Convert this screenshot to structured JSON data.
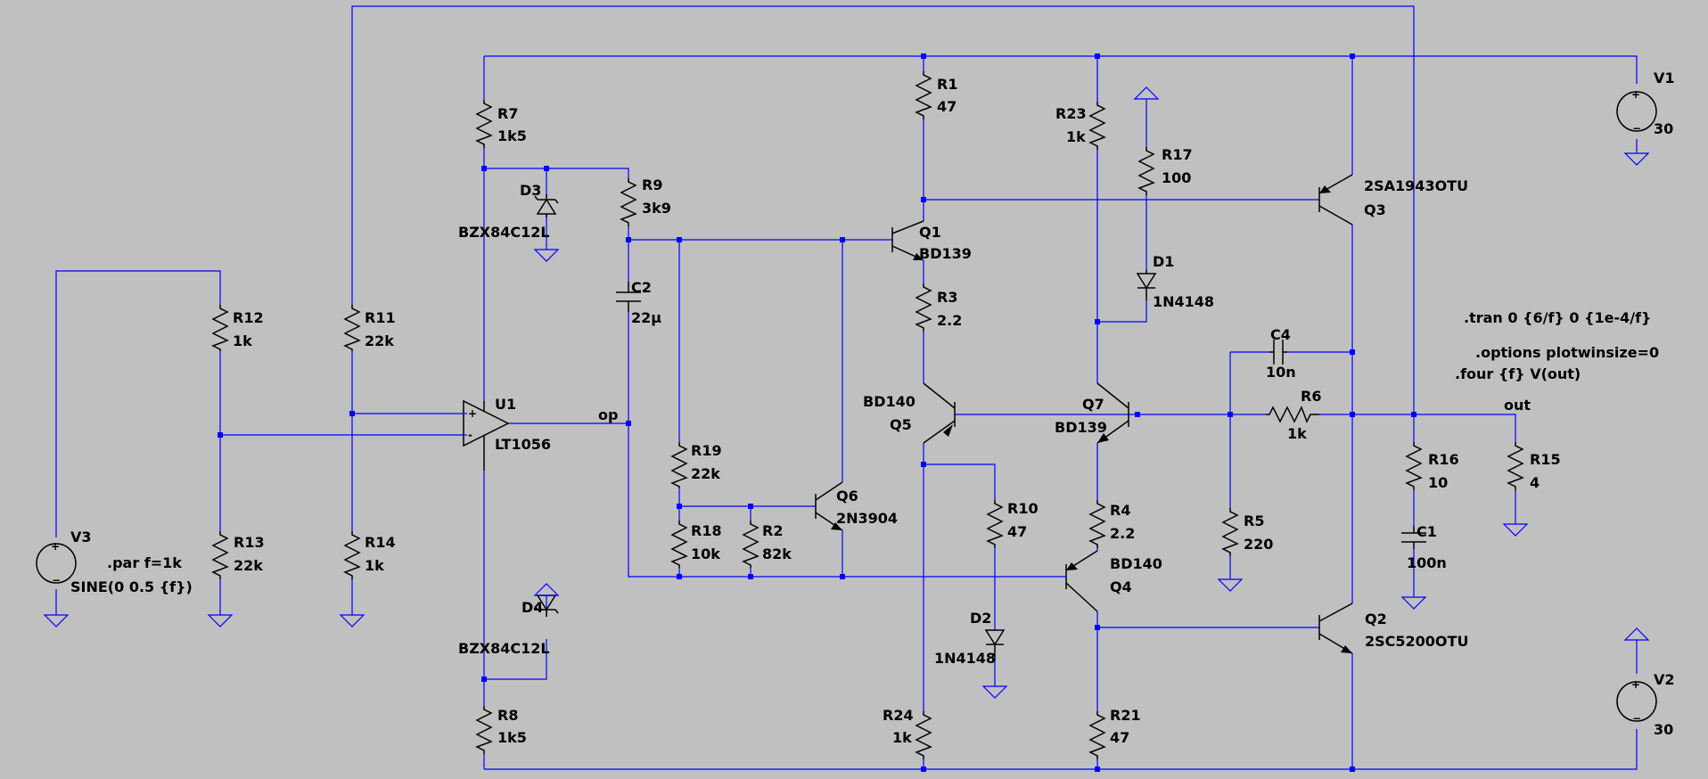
{
  "components": {
    "R1": {
      "name": "R1",
      "value": "47"
    },
    "R2": {
      "name": "R2",
      "value": "82k"
    },
    "R3": {
      "name": "R3",
      "value": "2.2"
    },
    "R4": {
      "name": "R4",
      "value": "2.2"
    },
    "R5": {
      "name": "R5",
      "value": "220"
    },
    "R6": {
      "name": "R6",
      "value": "1k"
    },
    "R7": {
      "name": "R7",
      "value": "1k5"
    },
    "R8": {
      "name": "R8",
      "value": "1k5"
    },
    "R9": {
      "name": "R9",
      "value": "3k9"
    },
    "R10": {
      "name": "R10",
      "value": "47"
    },
    "R11": {
      "name": "R11",
      "value": "22k"
    },
    "R12": {
      "name": "R12",
      "value": "1k"
    },
    "R13": {
      "name": "R13",
      "value": "22k"
    },
    "R14": {
      "name": "R14",
      "value": "1k"
    },
    "R15": {
      "name": "R15",
      "value": "4"
    },
    "R16": {
      "name": "R16",
      "value": "10"
    },
    "R17": {
      "name": "R17",
      "value": "100"
    },
    "R18": {
      "name": "R18",
      "value": "10k"
    },
    "R19": {
      "name": "R19",
      "value": "22k"
    },
    "R21": {
      "name": "R21",
      "value": "47"
    },
    "R23": {
      "name": "R23",
      "value": "1k"
    },
    "R24": {
      "name": "R24",
      "value": "1k"
    },
    "C1": {
      "name": "C1",
      "value": "100n"
    },
    "C2": {
      "name": "C2",
      "value": "22µ"
    },
    "C4": {
      "name": "C4",
      "value": "10n"
    },
    "D1": {
      "name": "D1",
      "value": "1N4148"
    },
    "D2": {
      "name": "D2",
      "value": "1N4148"
    },
    "D3": {
      "name": "D3",
      "value": "BZX84C12L"
    },
    "D4": {
      "name": "D4",
      "value": "BZX84C12L"
    },
    "Q1": {
      "name": "Q1",
      "value": "BD139"
    },
    "Q2": {
      "name": "Q2",
      "value": "2SC5200OTU"
    },
    "Q3": {
      "name": "Q3",
      "value": "2SA1943OTU"
    },
    "Q4": {
      "name": "Q4",
      "value": "BD140"
    },
    "Q5": {
      "name": "Q5",
      "value": "BD140"
    },
    "Q6": {
      "name": "Q6",
      "value": "2N3904"
    },
    "Q7": {
      "name": "Q7",
      "value": "BD139"
    },
    "U1": {
      "name": "U1",
      "value": "LT1056"
    },
    "V1": {
      "name": "V1",
      "value": "30"
    },
    "V2": {
      "name": "V2",
      "value": "30"
    },
    "V3": {
      "name": "V3",
      "value": "SINE(0 0.5 {f})"
    }
  },
  "net_labels": {
    "op": "op",
    "out": "out"
  },
  "directives": {
    "par": ".par f=1k",
    "tran": ".tran 0 {6/f} 0 {1e-4/f}",
    "options": ".options plotwinsize=0",
    "four": ".four {f} V(out)"
  },
  "opamp_pins": {
    "plus": "+",
    "minus": "-"
  },
  "colors": {
    "background": "#c0c0c0",
    "wire": "#0000ff",
    "component": "#000000",
    "junction": "#0000ff"
  }
}
